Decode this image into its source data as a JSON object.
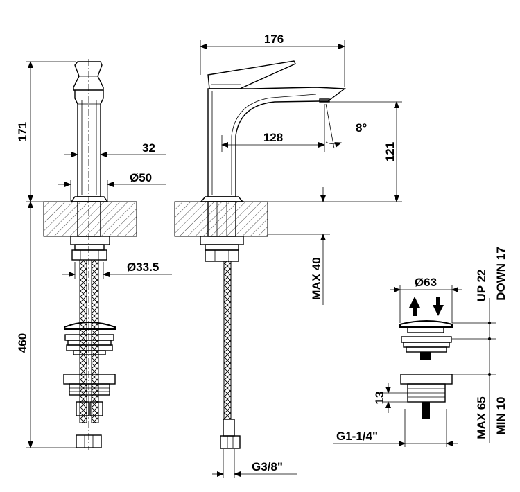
{
  "dimensions": {
    "overall_width": "176",
    "spout_reach": "128",
    "spout_angle": "8°",
    "spout_height": "121",
    "handle_height": "171",
    "body_width": "32",
    "base_diameter": "Ø50",
    "shank_diameter": "Ø33.5",
    "total_length": "460",
    "deck_max": "MAX 40",
    "hose_thread": "G3/8\"",
    "waste_diameter": "Ø63",
    "waste_up": "UP 22",
    "waste_down": "DOWN 17",
    "waste_nut": "13",
    "waste_max": "MAX 65",
    "waste_min": "MIN 10",
    "waste_thread": "G1-1/4\""
  },
  "colors": {
    "line": "#000000",
    "background": "#ffffff"
  }
}
